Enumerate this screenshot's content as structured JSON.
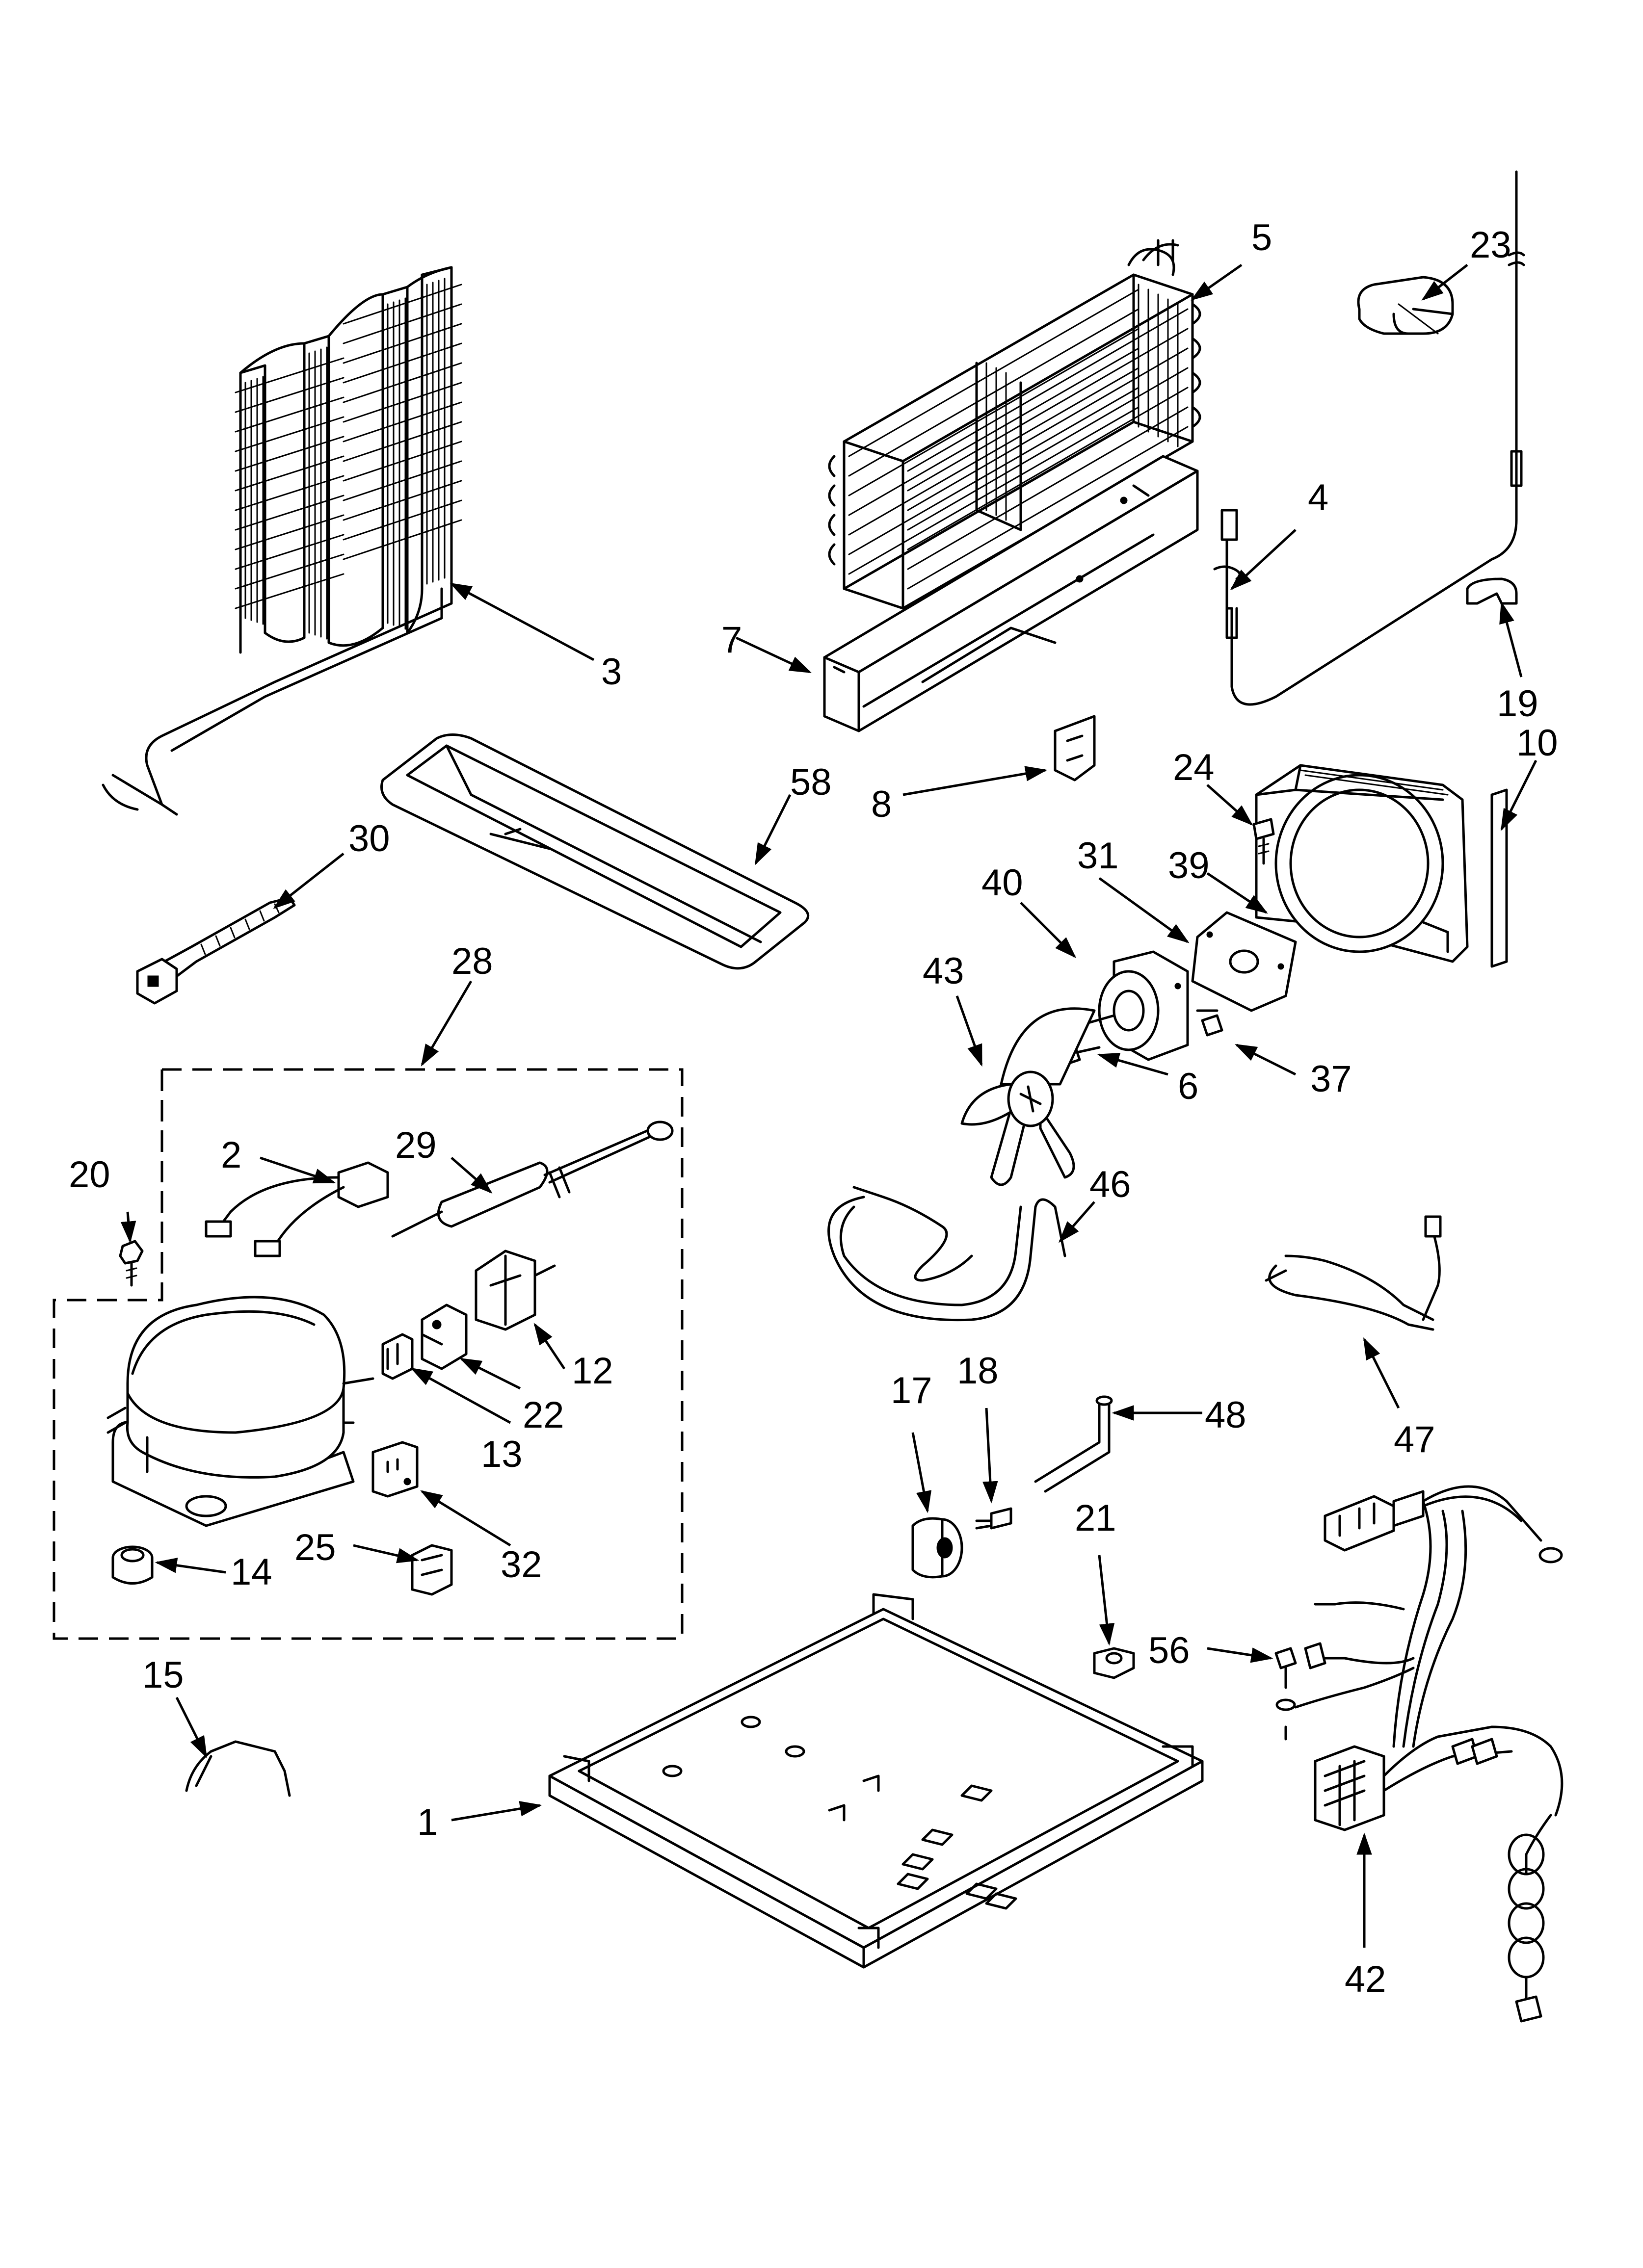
{
  "callouts": {
    "c1": "1",
    "c2": "2",
    "c3": "3",
    "c4": "4",
    "c5": "5",
    "c6": "6",
    "c7": "7",
    "c8": "8",
    "c10": "10",
    "c12": "12",
    "c13": "13",
    "c14": "14",
    "c15": "15",
    "c17": "17",
    "c18": "18",
    "c19": "19",
    "c20": "20",
    "c21": "21",
    "c22": "22",
    "c23": "23",
    "c24": "24",
    "c25": "25",
    "c28": "28",
    "c29": "29",
    "c30": "30",
    "c31": "31",
    "c32": "32",
    "c37": "37",
    "c39": "39",
    "c40": "40",
    "c42": "42",
    "c43": "43",
    "c46": "46",
    "c47": "47",
    "c48": "48",
    "c56": "56",
    "c58": "58"
  }
}
